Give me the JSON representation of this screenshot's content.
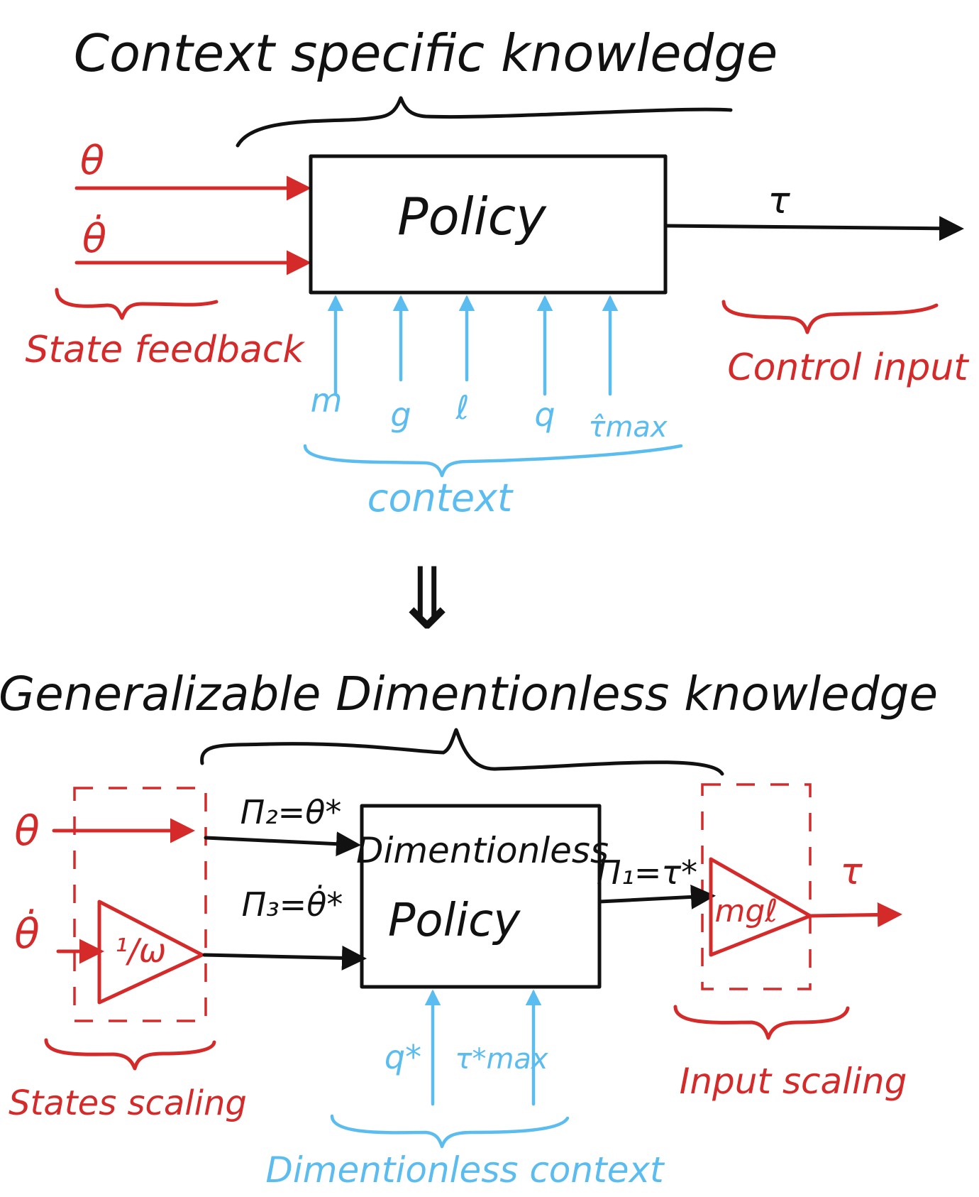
{
  "top": {
    "title": "Context specific knowledge",
    "policy_label": "Policy",
    "input_theta": "θ",
    "input_theta_dot": "θ̇",
    "state_feedback_label": "State feedback",
    "output_label": "τ",
    "control_input_label": "Control input",
    "context_params": [
      "m",
      "g",
      "ℓ",
      "q",
      "τ̂max"
    ],
    "context_label": "context"
  },
  "transition_arrow": "⇓",
  "bottom": {
    "title": "Generalizable Dimentionless knowledge",
    "input_theta": "θ",
    "input_theta_dot": "θ̇",
    "gain_omega": "¹/ω",
    "states_scaling_label": "States scaling",
    "pi2_label": "Π₂=θ*",
    "pi3_label": "Π₃=θ̇*",
    "policy_line1": "Dimentionless",
    "policy_line2": "Policy",
    "pi1_label": "Π₁=τ*",
    "gain_mgl": "mgℓ",
    "output_label": "τ",
    "input_scaling_label": "Input scaling",
    "context_params": [
      "q*",
      "τ*max"
    ],
    "context_label": "Dimentionless context"
  },
  "colors": {
    "ink": "#111111",
    "states": "#d42a2a",
    "context": "#5bbcf0"
  }
}
